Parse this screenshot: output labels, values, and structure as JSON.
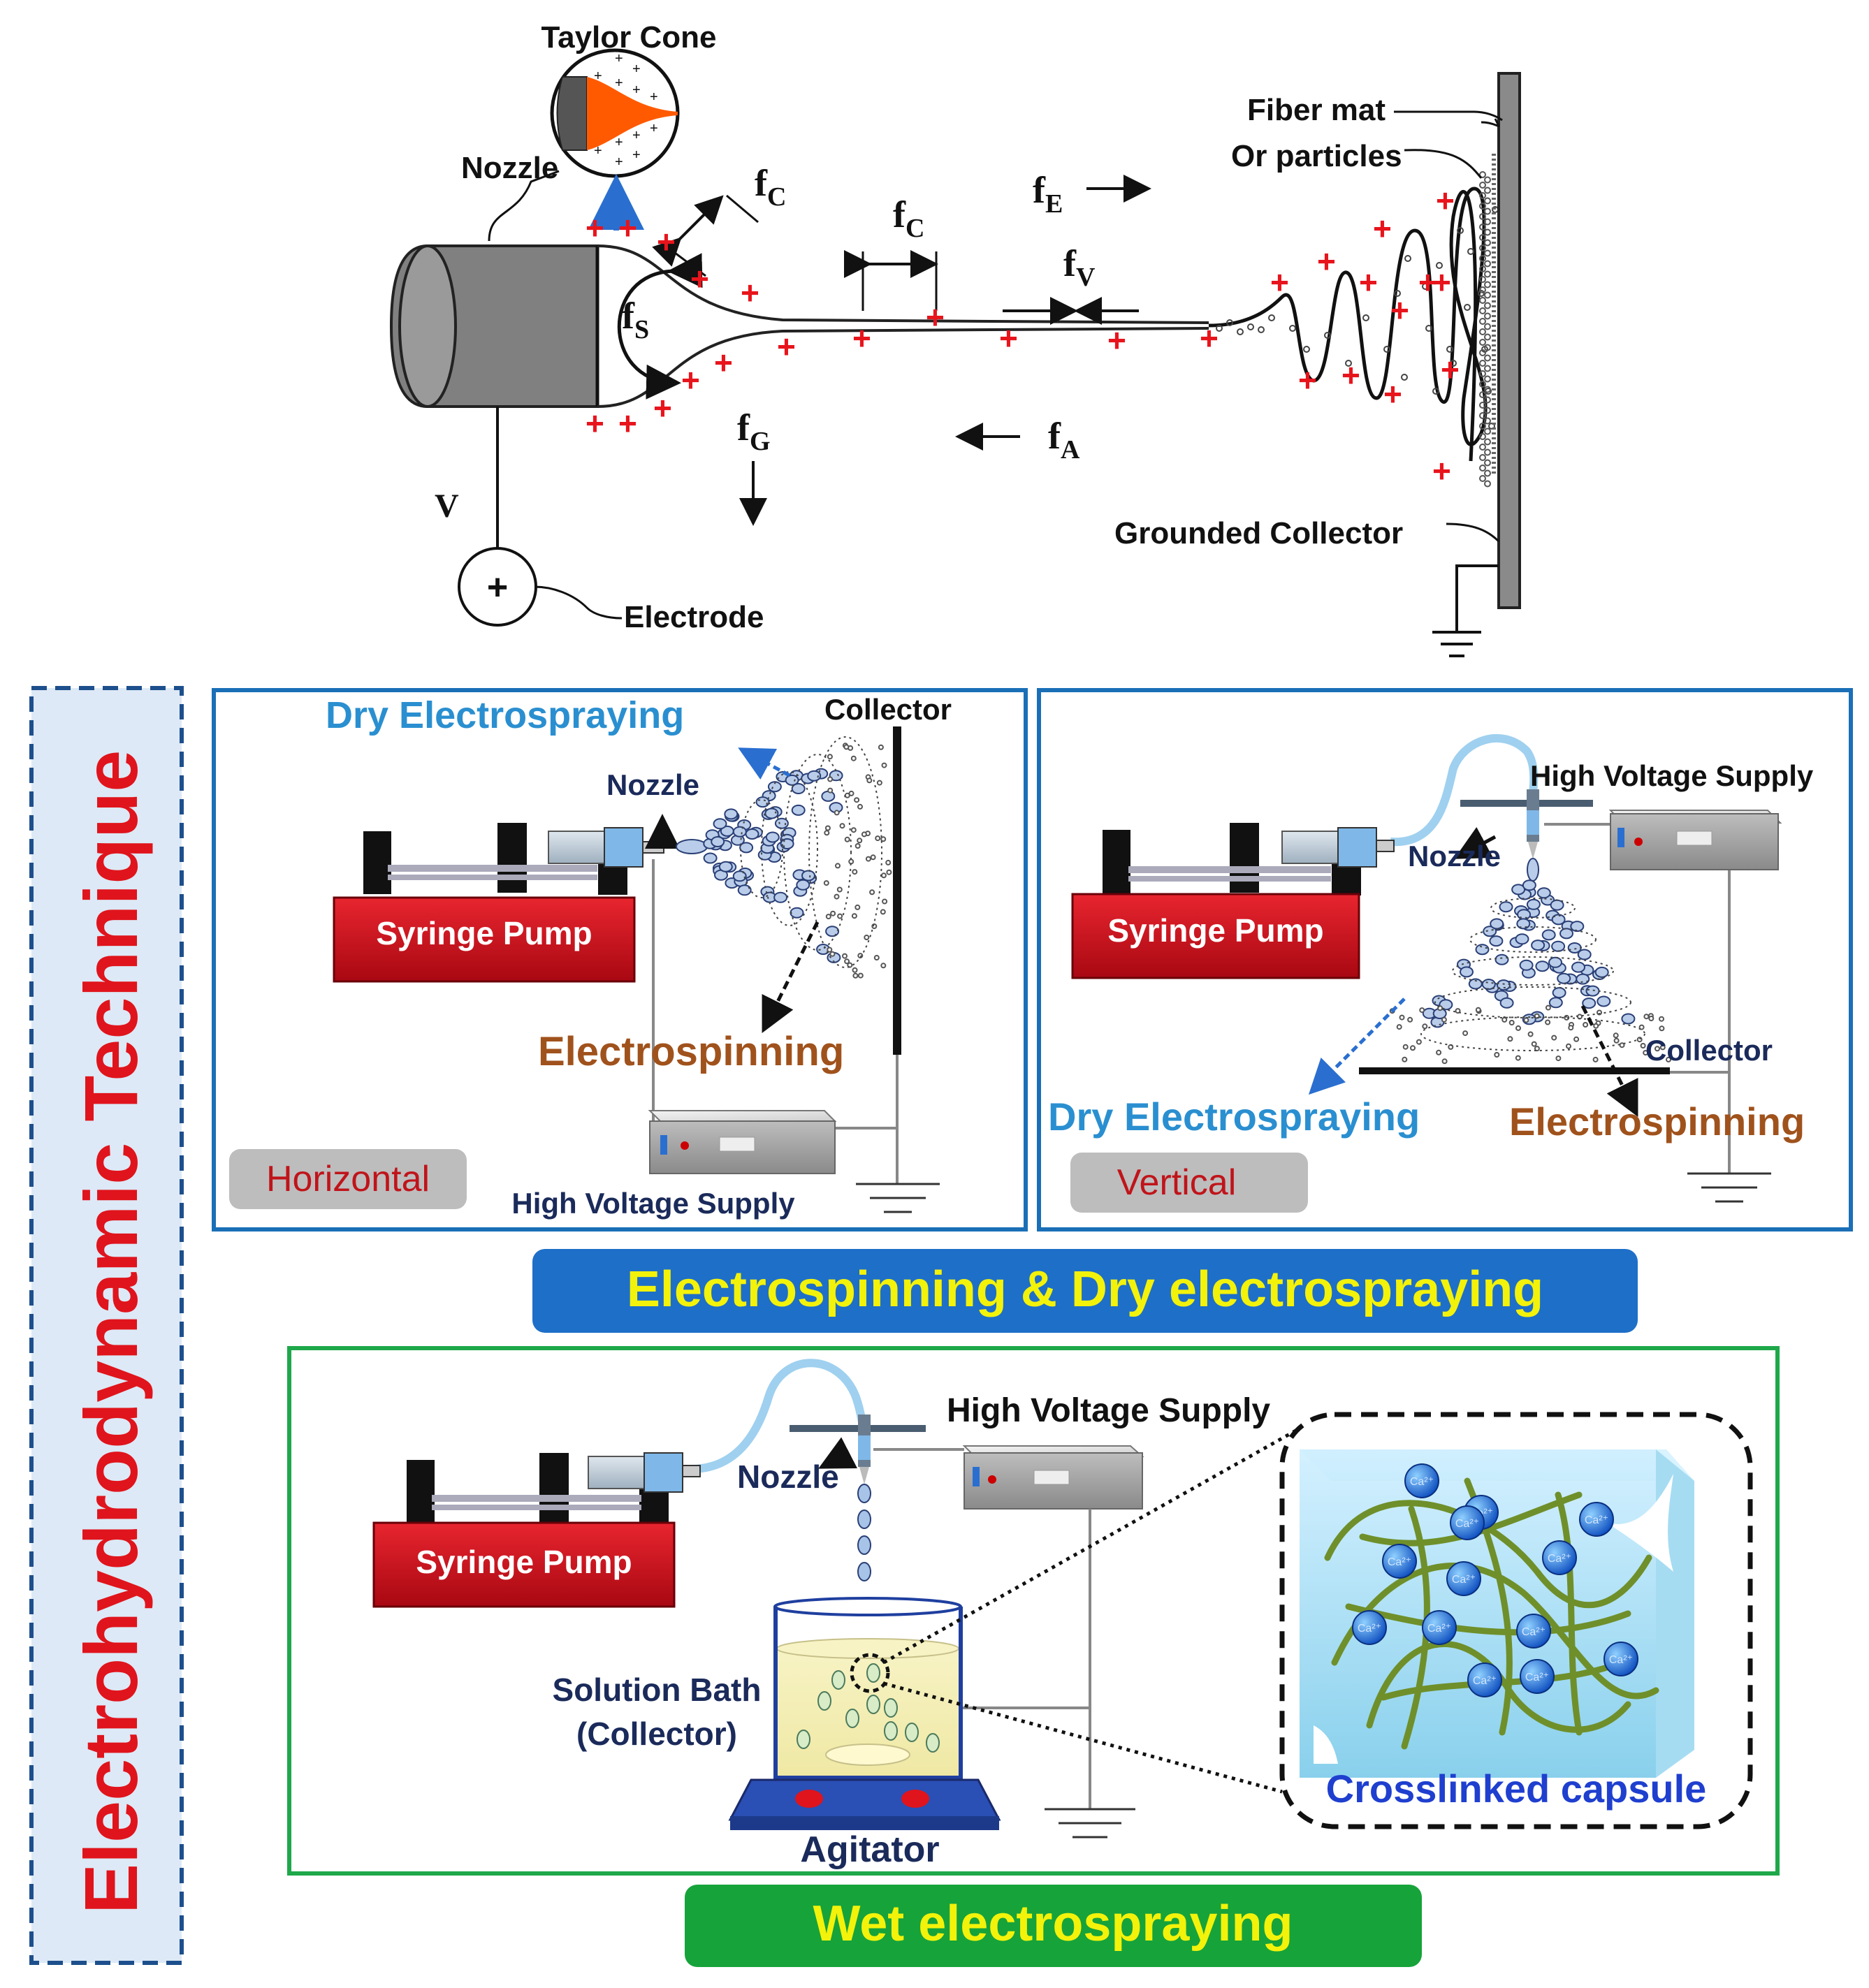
{
  "colors": {
    "title_red": "#e0141c",
    "panel_blue": "#1a6fb7",
    "panel_green": "#1ea84a",
    "banner_blue": "#1e6fc8",
    "banner_green": "#16a33a",
    "banner_text": "#f3f20a",
    "pump_red": "#c9101e",
    "electrospinning_brown": "#a0521c",
    "dry_electrospraying_blue": "#2a8fd0",
    "crosslinked_blue": "#1f3fcf",
    "charge_red": "#e8141c",
    "taylor_orange": "#ff5a00",
    "droplet_blue": "#a7c4e8",
    "tag_gray": "#bdbdbd"
  },
  "sidebar": {
    "title": "Electrohydrodynamic Technique"
  },
  "top": {
    "taylor_cone": "Taylor Cone",
    "nozzle": "Nozzle",
    "fiber_mat": "Fiber mat",
    "or_particles": "Or particles",
    "grounded_collector": "Grounded Collector",
    "electrode": "Electrode",
    "voltage": "V",
    "electrode_symbol": "+",
    "charge_symbol": "+",
    "forces": {
      "f": "f",
      "c": "C",
      "e": "E",
      "v": "V",
      "s": "S",
      "g": "G",
      "a": "A"
    }
  },
  "horizontal_panel": {
    "dry_electrospraying": "Dry Electrospraying",
    "collector": "Collector",
    "nozzle": "Nozzle",
    "syringe_pump": "Syringe Pump",
    "electrospinning": "Electrospinning",
    "tag": "Horizontal",
    "hv_supply": "High Voltage Supply"
  },
  "vertical_panel": {
    "hv_supply": "High Voltage Supply",
    "nozzle": "Nozzle",
    "syringe_pump": "Syringe Pump",
    "collector": "Collector",
    "dry_electrospraying": "Dry Electrospraying",
    "electrospinning": "Electrospinning",
    "tag": "Vertical"
  },
  "banner_1": "Electrospinning & Dry electrospraying",
  "wet_panel": {
    "hv_supply": "High Voltage Supply",
    "nozzle": "Nozzle",
    "syringe_pump": "Syringe Pump",
    "solution_bath": "Solution Bath",
    "collector": "(Collector)",
    "agitator": "Agitator",
    "crosslinked_capsule": "Crosslinked capsule",
    "ion_label": "Ca²⁺"
  },
  "banner_2": "Wet electrospraying"
}
